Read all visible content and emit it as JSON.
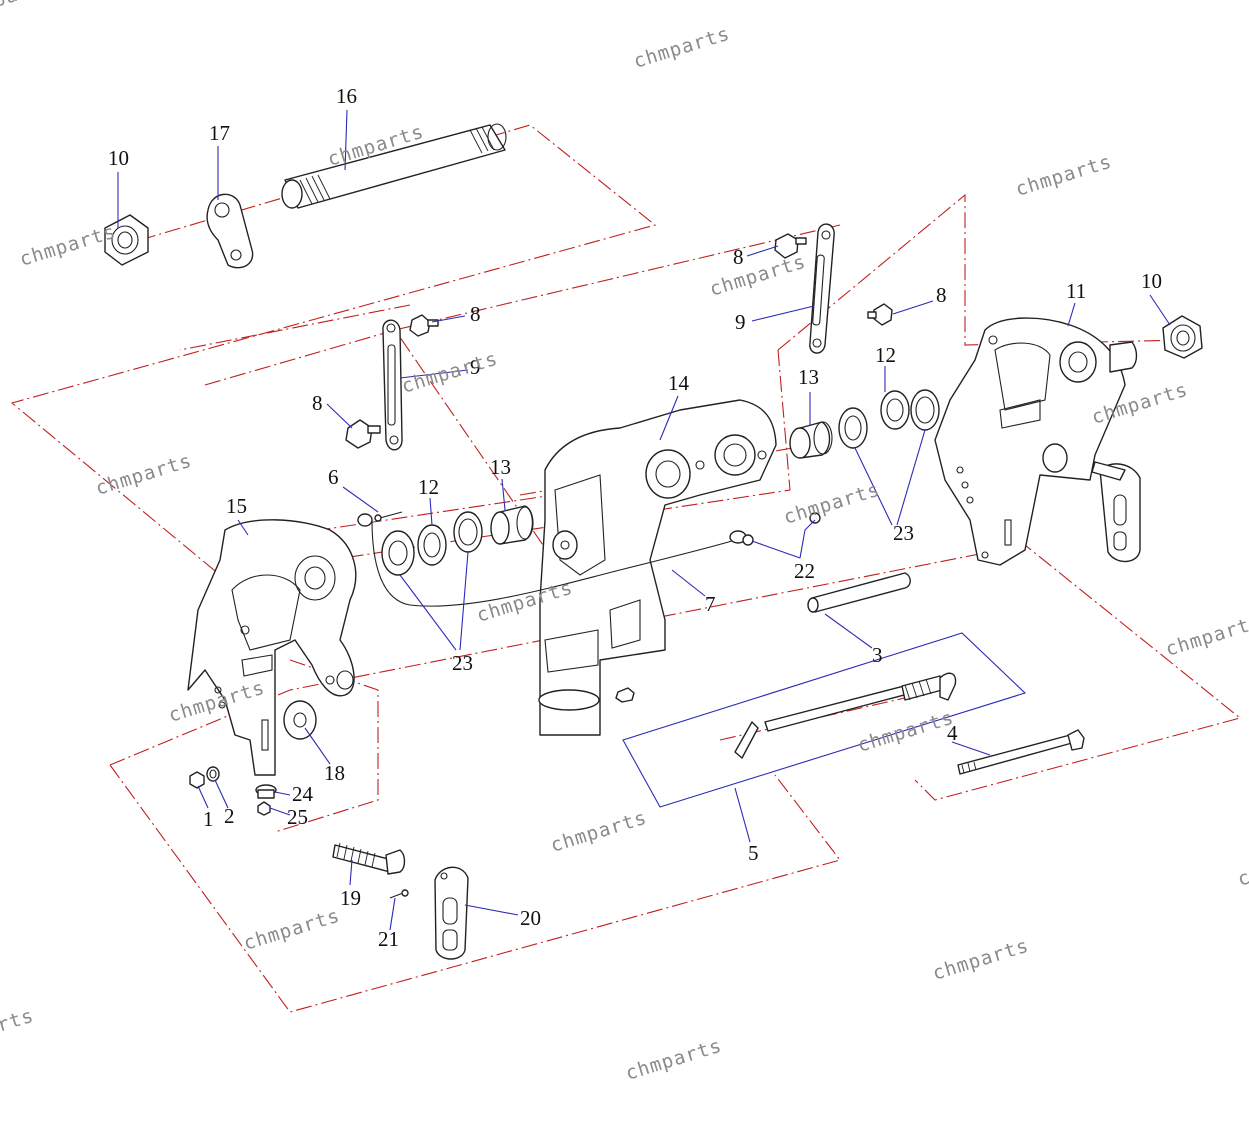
{
  "watermark": {
    "text": "chmparts"
  },
  "callouts": [
    "1",
    "2",
    "3",
    "4",
    "5",
    "6",
    "7",
    "8",
    "8",
    "8",
    "8",
    "9",
    "9",
    "10",
    "10",
    "11",
    "12",
    "12",
    "13",
    "13",
    "14",
    "15",
    "16",
    "17",
    "18",
    "19",
    "20",
    "21",
    "22",
    "23",
    "23",
    "24",
    "25"
  ],
  "colors": {
    "line": "#222222",
    "assembly_line": "#c21f1f",
    "leader": "#2b2bb8",
    "watermark": "#8a8a8a"
  }
}
